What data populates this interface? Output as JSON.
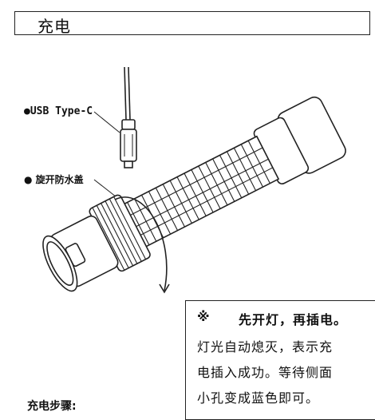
{
  "section": {
    "title": "充电"
  },
  "labels": {
    "usb": "●USB Type-C",
    "cap": "● 旋开防水盖"
  },
  "note": {
    "mark": "※",
    "headline": "先开灯，再插电。",
    "lines": [
      "灯光自动熄灭，表示充",
      "电插入成功。等待侧面",
      "小孔变成蓝色即可。"
    ]
  },
  "steps": {
    "title": "充电步骤:"
  },
  "icons": {
    "flashlight": "flashlight-illustration",
    "cable": "usb-c-cable-illustration",
    "rotate": "rotate-arrow-icon"
  }
}
